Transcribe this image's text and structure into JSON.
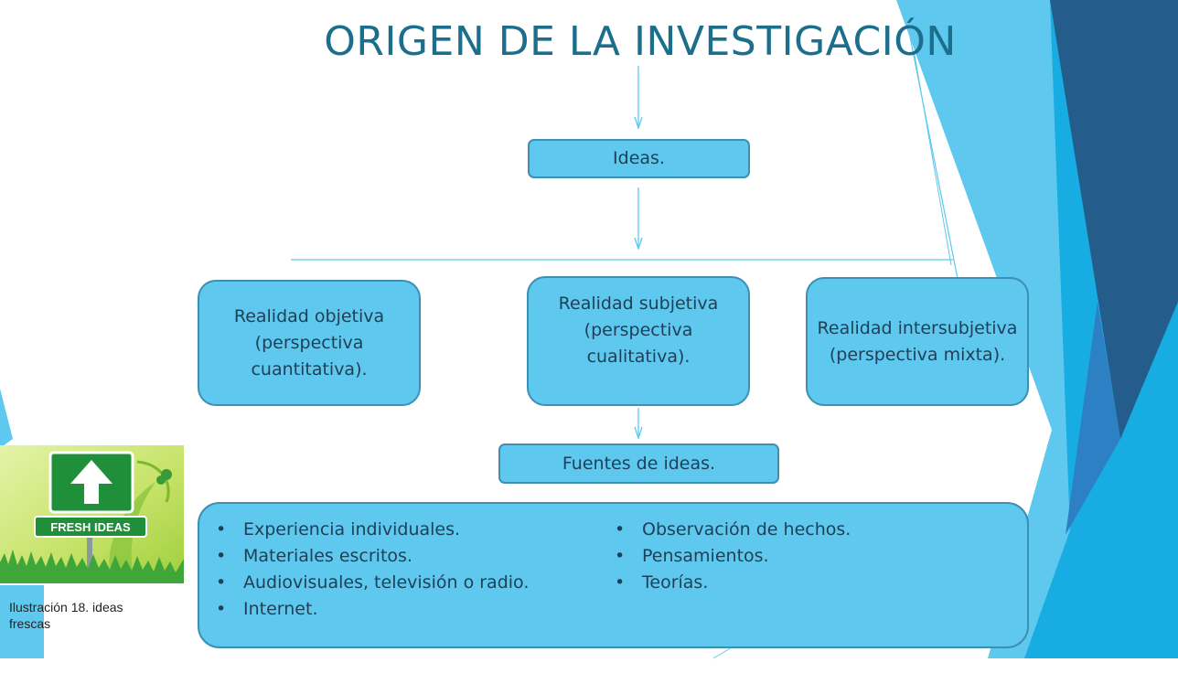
{
  "title": "ORIGEN DE LA INVESTIGACIÓN",
  "nodes": {
    "ideas": "Ideas.",
    "objective": "Realidad objetiva (perspectiva cuantitativa).",
    "subjective": "Realidad subjetiva (perspectiva cualitativa).",
    "intersubjective": "Realidad intersubjetiva (perspectiva mixta).",
    "sources_header": "Fuentes de ideas."
  },
  "sources": {
    "left": [
      "Experiencia individuales.",
      "Materiales escritos.",
      "Audiovisuales, televisión o radio.",
      "Internet."
    ],
    "right": [
      "Observación de hechos.",
      "Pensamientos.",
      "Teorías."
    ]
  },
  "image": {
    "sign_text": "FRESH IDEAS",
    "caption": "Ilustración 18. ideas frescas"
  },
  "colors": {
    "title": "#1b6e8c",
    "box_fill": "#5ec8ee",
    "box_border": "#3d8fb3",
    "box_text": "#1f3f57",
    "accent_dark": "#245d8c",
    "accent_bright": "#17ace2",
    "accent_light": "#5ec8ee"
  }
}
